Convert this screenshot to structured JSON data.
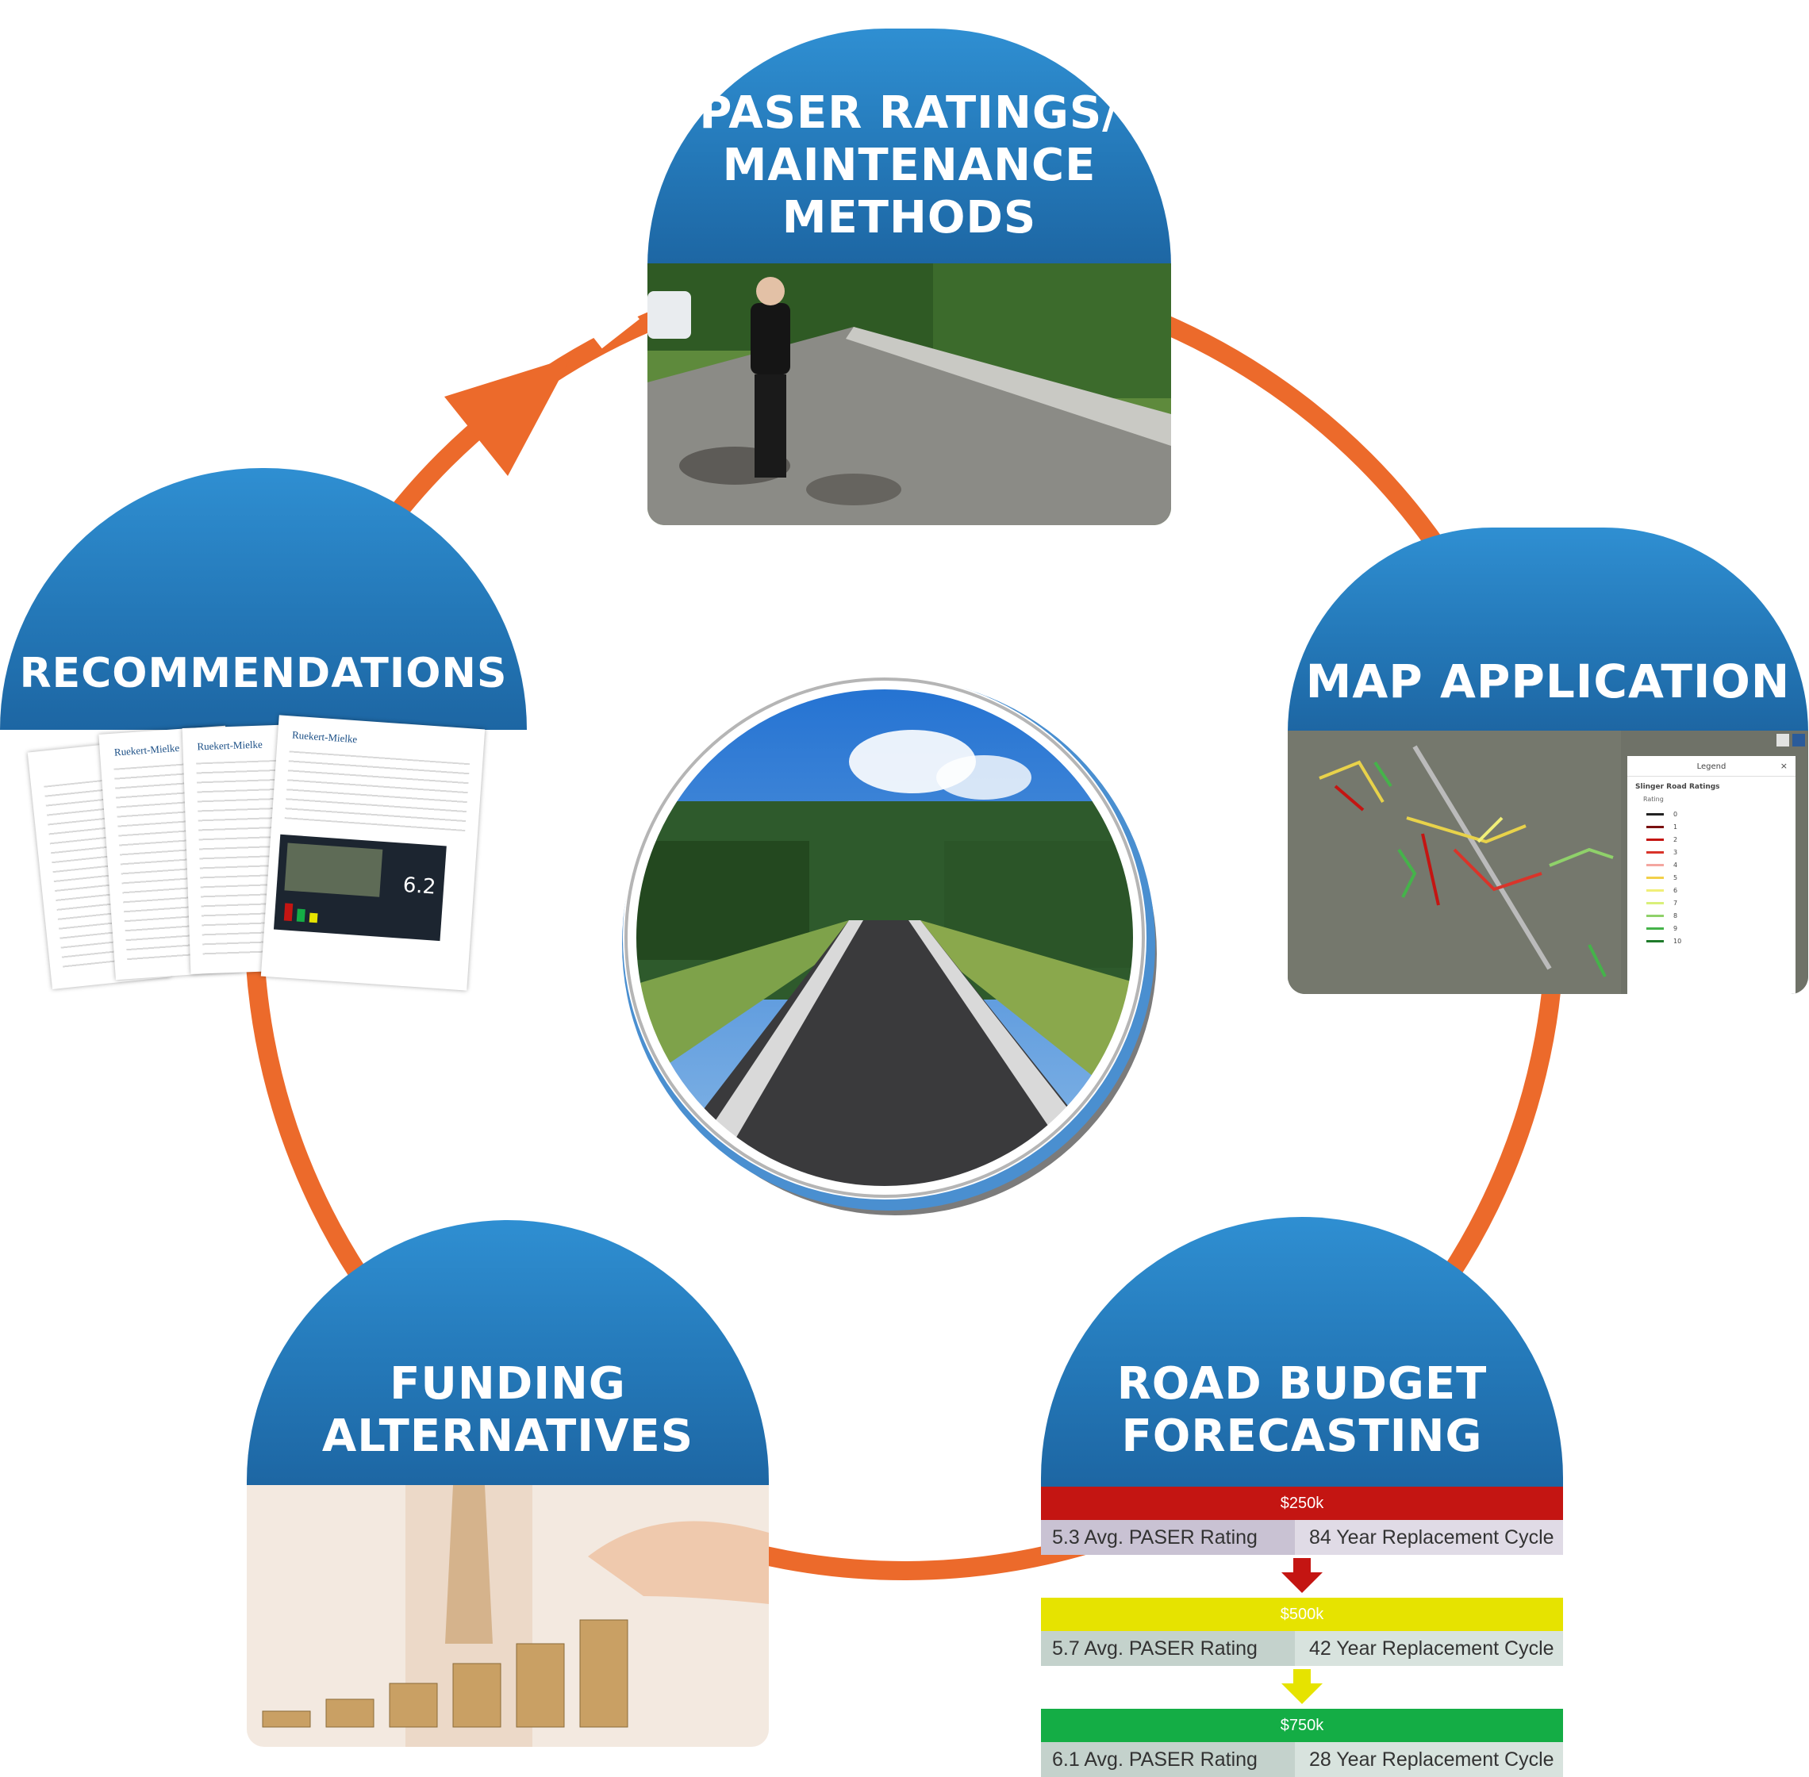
{
  "colors": {
    "dome_blue": "#2478b8",
    "cycle_orange": "#ec6a2b",
    "budget_red": "#c41512",
    "budget_yellow": "#e6e300",
    "budget_green": "#14ad45"
  },
  "nodes": {
    "paser": {
      "title": "PASER RATINGS/\nMAINTENANCE\nMETHODS"
    },
    "map": {
      "title": "MAP APPLICATION",
      "legend": {
        "header": "Legend",
        "close": "×",
        "layer": "Slinger Road Ratings",
        "subtitle": "Rating",
        "ratings": [
          "0",
          "1",
          "2",
          "3",
          "4",
          "5",
          "6",
          "7",
          "8",
          "9",
          "10"
        ],
        "rating_colors": [
          "#222222",
          "#7a1010",
          "#c41512",
          "#d9342a",
          "#f4a6a0",
          "#f2d04a",
          "#f1ef78",
          "#d9f07a",
          "#8fd16a",
          "#45b34a",
          "#1f7a2b"
        ]
      }
    },
    "budget": {
      "title": "ROAD BUDGET\nFORECASTING",
      "rows": [
        {
          "amount": "$250k",
          "rating": "5.3 Avg. PASER Rating",
          "cycle": "84 Year Replacement Cycle"
        },
        {
          "amount": "$500k",
          "rating": "5.7 Avg. PASER Rating",
          "cycle": "42 Year Replacement Cycle"
        },
        {
          "amount": "$750k",
          "rating": "6.1 Avg. PASER Rating",
          "cycle": "28 Year Replacement Cycle"
        }
      ]
    },
    "funding": {
      "title": "FUNDING\nALTERNATIVES"
    },
    "recommendations": {
      "title": "RECOMMENDATIONS",
      "doc_logo": "Ruekert-Mielke",
      "doc_score": "6.2"
    }
  },
  "icons": {
    "cycle": "cycle-ring-icon",
    "arrow": "cycle-arrow-icon"
  }
}
